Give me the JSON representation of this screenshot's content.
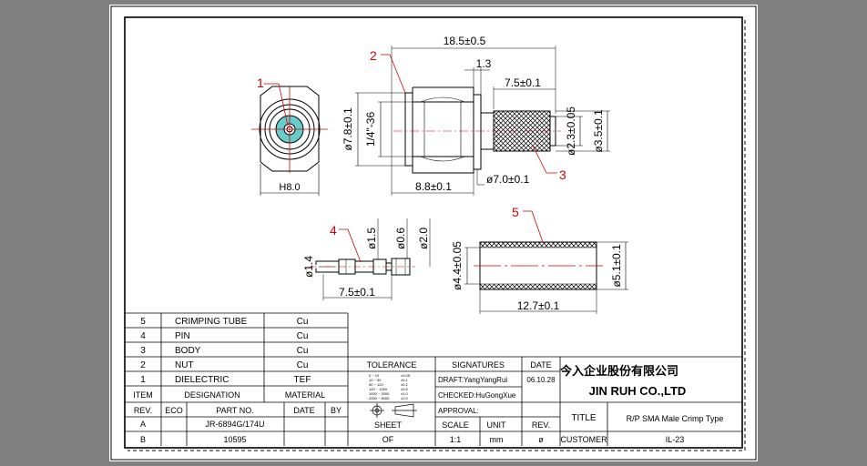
{
  "dims": {
    "overall_length": "18.5±0.5",
    "flange": "1.3",
    "crimp_length": "7.5±0.1",
    "body_dia": "ø7.8±0.1",
    "thread": "1/4\"-36",
    "ferrule_inner": "ø2.3±0.05",
    "ferrule_outer": "ø3.5±0.1",
    "flange_dia": "ø7.0±0.1",
    "body_length": "8.8±0.1",
    "hex": "H8.0",
    "pin_dia_1": "ø1.5",
    "pin_dia_2": "ø0.6",
    "pin_dia_3": "ø2.0",
    "pin_tip": "ø1.4",
    "pin_length": "7.5±0.1",
    "tube_inner": "ø4.4±0.05",
    "tube_outer": "ø5.1±0.1",
    "tube_length": "12.7±0.1"
  },
  "callouts": [
    "1",
    "2",
    "3",
    "4",
    "5"
  ],
  "bom": {
    "rows": [
      {
        "item": "5",
        "designation": "CRIMPING TUBE",
        "material": "Cu"
      },
      {
        "item": "4",
        "designation": "PIN",
        "material": "Cu"
      },
      {
        "item": "3",
        "designation": "BODY",
        "material": "Cu"
      },
      {
        "item": "2",
        "designation": "NUT",
        "material": "Cu"
      },
      {
        "item": "1",
        "designation": "DIELECTRIC",
        "material": "TEF"
      }
    ],
    "headers": {
      "item": "ITEM",
      "designation": "DESIGNATION",
      "material": "MATERIAL"
    }
  },
  "revisions": {
    "headers": {
      "rev": "REV.",
      "eco": "ECO",
      "part": "PART NO.",
      "date": "DATE",
      "by": "BY"
    },
    "rows": [
      {
        "rev": "A",
        "part": "JR-6894G/174U"
      },
      {
        "rev": "B",
        "part": "10595"
      }
    ]
  },
  "title_block": {
    "tolerance": "TOLERANCE",
    "signatures": "SIGNATURES",
    "date_header": "DATE",
    "draft": "DRAFT:YangYangRui",
    "checked": "CHECKED:HuGongXue",
    "approval": "APPROVAL:",
    "date": "06.10.28",
    "company_cn": "今入企业股份有限公司",
    "company_en": "JIN RUH CO.,LTD",
    "sheet": "SHEET",
    "of": "OF",
    "scale": "SCALE",
    "scale_value": "1:1",
    "unit": "UNIT",
    "unit_value": "mm",
    "rev": "REV.",
    "rev_value": "ø",
    "title_label": "TITLE",
    "title_value": "R/P SMA Male Crimp Type",
    "customer_label": "CUSTOMER",
    "customer_value": "IL-23"
  },
  "colors": {
    "callout": "#d40000",
    "hatch": "#000000",
    "dielectric": "#66cccc",
    "background": "#808080"
  }
}
